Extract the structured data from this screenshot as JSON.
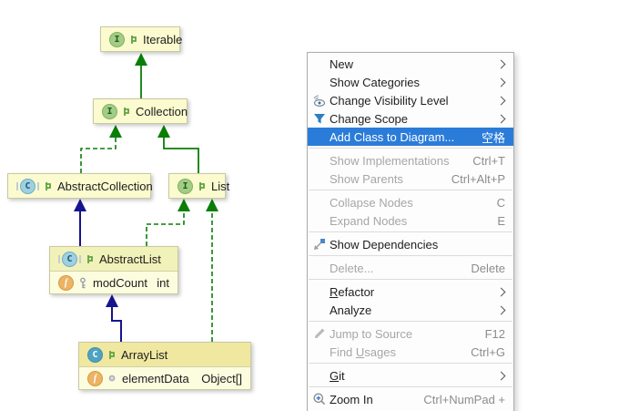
{
  "diagram": {
    "nodes": {
      "iterable": {
        "name": "Iterable",
        "kind": "interface"
      },
      "collection": {
        "name": "Collection",
        "kind": "interface"
      },
      "abstract_collection": {
        "name": "AbstractCollection",
        "kind": "abstract-class"
      },
      "list": {
        "name": "List",
        "kind": "interface"
      },
      "abstract_list": {
        "name": "AbstractList",
        "kind": "abstract-class",
        "field": {
          "name": "modCount",
          "type": "int",
          "visibility": "protected"
        }
      },
      "array_list": {
        "name": "ArrayList",
        "kind": "class",
        "field": {
          "name": "elementData",
          "type": "Object[]",
          "visibility": "package-private"
        }
      }
    },
    "icon_letters": {
      "interface": "I",
      "class": "C",
      "field": "f"
    },
    "edge_colors": {
      "extends_interface": "#0a7e07",
      "extends_class": "#16148f",
      "implements": "#0a7e07"
    }
  },
  "menu": {
    "highlight_color": "#2b7cd9",
    "items": [
      {
        "label": "New",
        "submenu": true
      },
      {
        "label": "Show Categories",
        "submenu": true
      },
      {
        "label": "Change Visibility Level",
        "submenu": true,
        "icon": "eye-icon"
      },
      {
        "label": "Change Scope",
        "submenu": true,
        "icon": "filter-icon"
      },
      {
        "label": "Add Class to Diagram...",
        "shortcut": "空格",
        "highlighted": true
      },
      {
        "label": "Show Implementations",
        "shortcut": "Ctrl+T",
        "disabled": true
      },
      {
        "label": "Show Parents",
        "shortcut": "Ctrl+Alt+P",
        "disabled": true
      },
      {
        "label": "Collapse Nodes",
        "shortcut": "C",
        "disabled": true
      },
      {
        "label": "Expand Nodes",
        "shortcut": "E",
        "disabled": true
      },
      {
        "label": "Show Dependencies",
        "icon": "dependencies-icon"
      },
      {
        "label": "Delete...",
        "shortcut": "Delete",
        "disabled": true
      },
      {
        "pre": "",
        "m": "R",
        "post": "efactor",
        "label": "Refactor",
        "submenu": true
      },
      {
        "label": "Analyze",
        "submenu": true
      },
      {
        "label": "Jump to Source",
        "shortcut": "F12",
        "disabled": true,
        "icon": "edit-source-icon"
      },
      {
        "pre": "Find ",
        "m": "U",
        "post": "sages",
        "label": "Find Usages",
        "shortcut": "Ctrl+G",
        "disabled": true
      },
      {
        "pre": "",
        "m": "G",
        "post": "it",
        "label": "Git",
        "submenu": true
      },
      {
        "label": "Zoom In",
        "shortcut": "Ctrl+NumPad +",
        "icon": "zoom-in-icon"
      }
    ]
  }
}
